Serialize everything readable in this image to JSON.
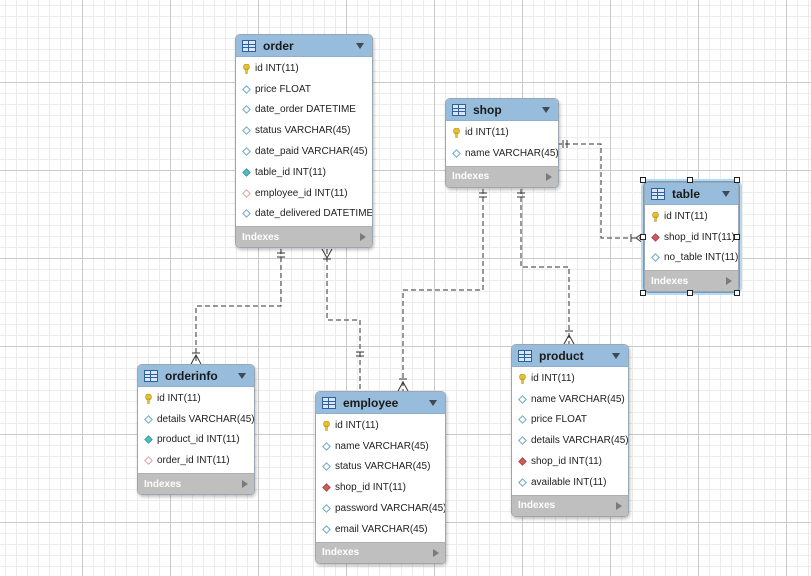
{
  "diagram": {
    "entities": [
      {
        "key": "order",
        "title": "order",
        "footer": "Indexes",
        "columns": [
          {
            "icon": "primary-key",
            "text": "id INT(11)"
          },
          {
            "icon": "column",
            "text": "price FLOAT"
          },
          {
            "icon": "column",
            "text": "date_order DATETIME"
          },
          {
            "icon": "column",
            "text": "status VARCHAR(45)"
          },
          {
            "icon": "column",
            "text": "date_paid VARCHAR(45)"
          },
          {
            "icon": "foreign-key-teal",
            "text": "table_id INT(11)"
          },
          {
            "icon": "foreign-key-pink",
            "text": "employee_id INT(11)"
          },
          {
            "icon": "column",
            "text": "date_delivered DATETIME"
          }
        ]
      },
      {
        "key": "shop",
        "title": "shop",
        "footer": "Indexes",
        "columns": [
          {
            "icon": "primary-key",
            "text": "id INT(11)"
          },
          {
            "icon": "column",
            "text": "name VARCHAR(45)"
          }
        ]
      },
      {
        "key": "table",
        "title": "table",
        "footer": "Indexes",
        "selected": true,
        "columns": [
          {
            "icon": "primary-key",
            "text": "id INT(11)"
          },
          {
            "icon": "foreign-key-red",
            "text": "shop_id INT(11)"
          },
          {
            "icon": "column",
            "text": "no_table INT(11)"
          }
        ]
      },
      {
        "key": "orderinfo",
        "title": "orderinfo",
        "footer": "Indexes",
        "columns": [
          {
            "icon": "primary-key",
            "text": "id INT(11)"
          },
          {
            "icon": "column",
            "text": "details VARCHAR(45)"
          },
          {
            "icon": "foreign-key-teal",
            "text": "product_id INT(11)"
          },
          {
            "icon": "foreign-key-pink",
            "text": "order_id INT(11)"
          }
        ]
      },
      {
        "key": "employee",
        "title": "employee",
        "footer": "Indexes",
        "columns": [
          {
            "icon": "primary-key",
            "text": "id INT(11)"
          },
          {
            "icon": "column",
            "text": "name VARCHAR(45)"
          },
          {
            "icon": "column",
            "text": "status VARCHAR(45)"
          },
          {
            "icon": "foreign-key-red",
            "text": "shop_id INT(11)"
          },
          {
            "icon": "column",
            "text": "password VARCHAR(45)"
          },
          {
            "icon": "column",
            "text": "email VARCHAR(45)"
          }
        ]
      },
      {
        "key": "product",
        "title": "product",
        "footer": "Indexes",
        "columns": [
          {
            "icon": "primary-key",
            "text": "id INT(11)"
          },
          {
            "icon": "column",
            "text": "name VARCHAR(45)"
          },
          {
            "icon": "column",
            "text": "price FLOAT"
          },
          {
            "icon": "column",
            "text": "details VARCHAR(45)"
          },
          {
            "icon": "foreign-key-red",
            "text": "shop_id INT(11)"
          },
          {
            "icon": "column",
            "text": "available INT(11)"
          }
        ]
      }
    ],
    "relationships": [
      {
        "from": "order",
        "to": "orderinfo",
        "from_end": "one",
        "to_end": "many"
      },
      {
        "from": "order",
        "to": "employee",
        "from_end": "many",
        "to_end": "one"
      },
      {
        "from": "shop",
        "to": "employee",
        "from_end": "one",
        "to_end": "many"
      },
      {
        "from": "shop",
        "to": "product",
        "from_end": "one",
        "to_end": "many"
      },
      {
        "from": "shop",
        "to": "table",
        "from_end": "one",
        "to_end": "zero-or-many"
      }
    ],
    "colors": {
      "header": "#97bcdc",
      "footer": "#bfbfbf",
      "primary_key": "#e5c232",
      "column_outline": "#6aa8c8",
      "fk_teal": "#4fc0c0",
      "fk_pink": "#e0a0a0",
      "fk_red": "#d25a5a",
      "line": "#333333"
    }
  }
}
